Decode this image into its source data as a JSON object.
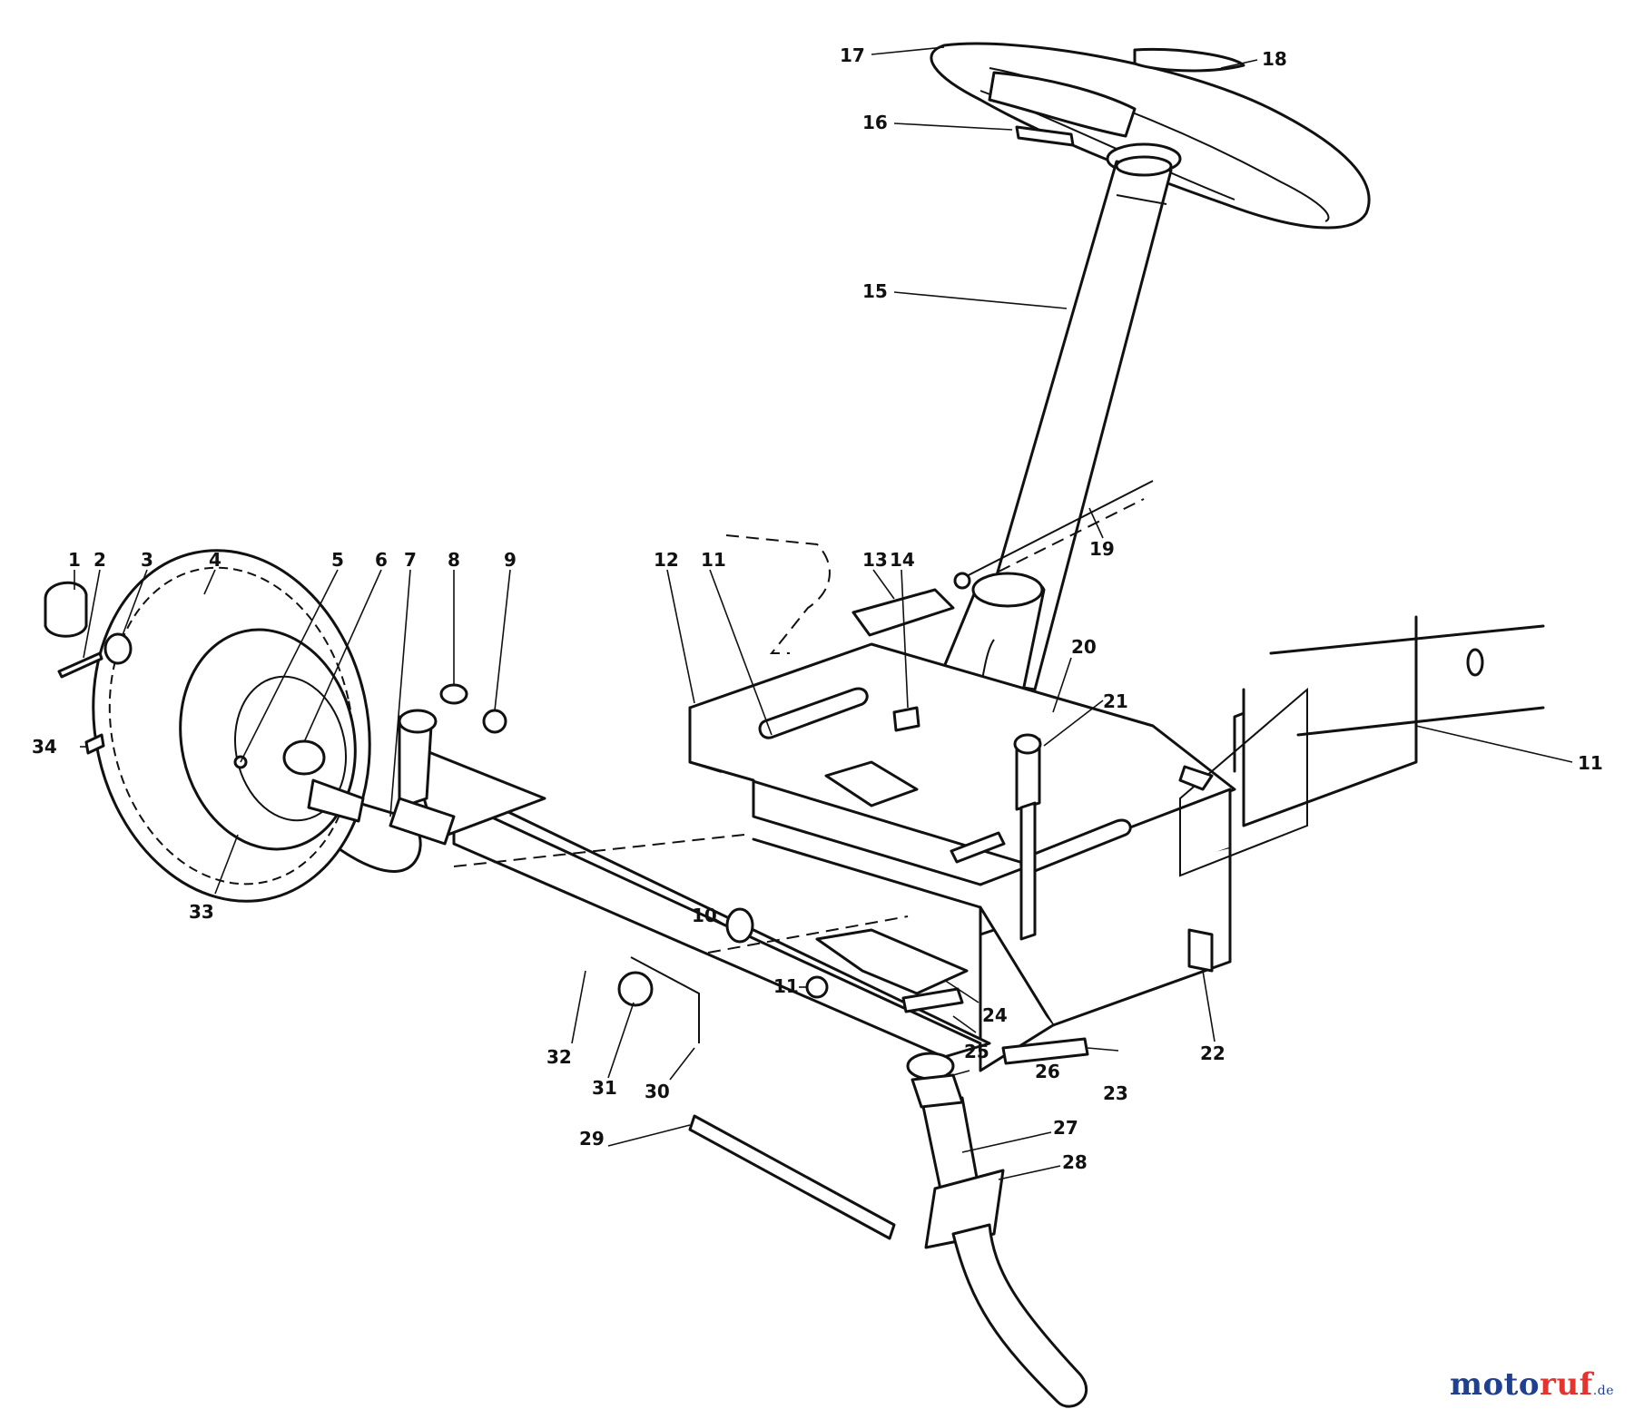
{
  "diagram": {
    "callouts": [
      "1",
      "2",
      "3",
      "4",
      "5",
      "6",
      "7",
      "8",
      "9",
      "10",
      "11",
      "12",
      "13",
      "14",
      "15",
      "16",
      "17",
      "18",
      "19",
      "20",
      "21",
      "22",
      "23",
      "24",
      "25",
      "26",
      "27",
      "28",
      "29",
      "30",
      "31",
      "32",
      "33",
      "34"
    ],
    "callout_eleven": "11"
  },
  "watermark": {
    "brand_a": "moto",
    "brand_b": "ruf",
    "tld": ".de"
  }
}
